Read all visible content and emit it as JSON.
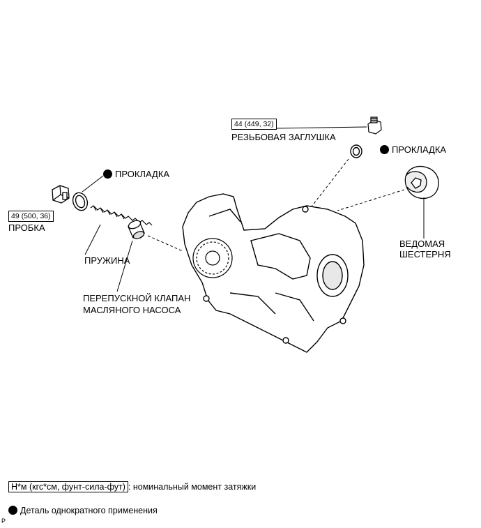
{
  "diagram": {
    "labels": {
      "gasket_drain": "ПРОКЛАДКА",
      "plug_torque": "49 (500, 36)",
      "plug": "ПРОБКА",
      "spring": "ПРУЖИНА",
      "relief_valve_line1": "ПЕРЕПУСКНОЙ КЛАПАН",
      "relief_valve_line2": "МАСЛЯНОГО НАСОСА",
      "screw_plug_torque": "44 (449, 32)",
      "screw_plug": "РЕЗЬБОВАЯ ЗАГЛУШКА",
      "gasket_screw_plug": "ПРОКЛАДКА",
      "driven_gear_line1": "ВЕДОМАЯ",
      "driven_gear_line2": "ШЕСТЕРНЯ"
    },
    "legend": {
      "torque_units": "Н*м (кгс*см, фунт-сила-фут)",
      "torque_desc": ": номинальный момент затяжки",
      "non_reusable": "Деталь однократного применения"
    },
    "corner_mark": "P"
  }
}
